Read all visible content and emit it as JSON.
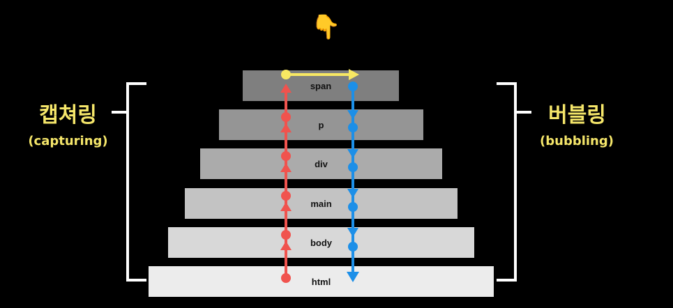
{
  "layers": [
    {
      "label": "span"
    },
    {
      "label": "p"
    },
    {
      "label": "div"
    },
    {
      "label": "main"
    },
    {
      "label": "body"
    },
    {
      "label": "html"
    }
  ],
  "capturing": {
    "title": "캡쳐링",
    "subtitle": "(capturing)"
  },
  "bubbling": {
    "title": "버블링",
    "subtitle": "(bubbling)"
  },
  "pointer": {
    "icon": "pointing-hand-icon"
  },
  "colors": {
    "capture": "#f0534e",
    "bubble": "#1c8fe8",
    "target": "#f8e863",
    "label": "#f5e66a",
    "bracket": "#ffffff"
  }
}
